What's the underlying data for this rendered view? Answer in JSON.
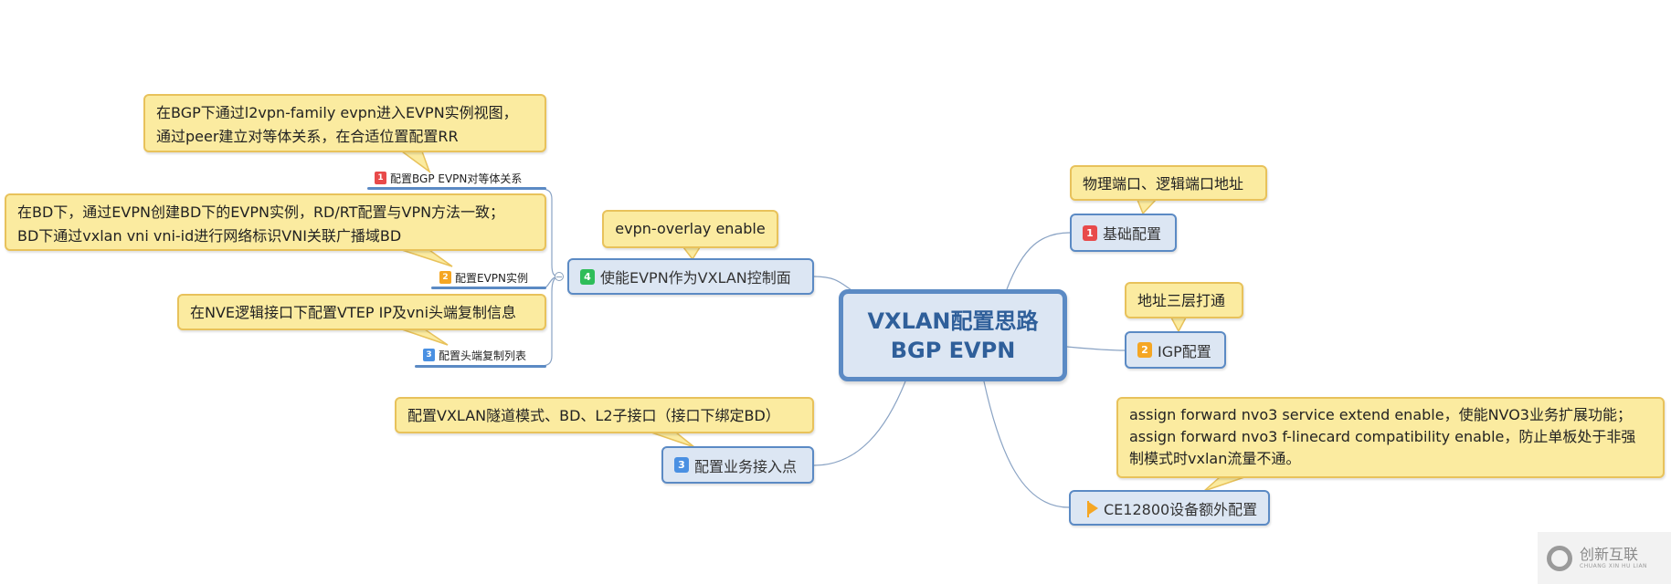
{
  "colors": {
    "callout_bg": "#fbeba0",
    "callout_border": "#e8c25b",
    "node_bg": "#dce6f3",
    "node_border": "#5b8ac4",
    "center_text": "#2f5f9a",
    "badge_red": "#e84a4a",
    "badge_orange": "#f5a623",
    "badge_blue": "#4a90e2",
    "badge_green": "#2ebd59"
  },
  "center": {
    "line1": "VXLAN配置思路",
    "line2": "BGP EVPN"
  },
  "left": {
    "enable_evpn": {
      "badge": "4",
      "label": "使能EVPN作为VXLAN控制面",
      "note": "evpn-overlay enable",
      "children": [
        {
          "badge": "1",
          "label": "配置BGP EVPN对等体关系",
          "note_lines": [
            "在BGP下通过l2vpn-family evpn进入EVPN实例视图，",
            "通过peer建立对等体关系，在合适位置配置RR"
          ]
        },
        {
          "badge": "2",
          "label": "配置EVPN实例",
          "note_lines": [
            "在BD下，通过EVPN创建BD下的EVPN实例，RD/RT配置与VPN方法一致；",
            "BD下通过vxlan vni vni-id进行网络标识VNI关联广播域BD"
          ]
        },
        {
          "badge": "3",
          "label": "配置头端复制列表",
          "note_lines": [
            "在NVE逻辑接口下配置VTEP IP及vni头端复制信息"
          ]
        }
      ]
    },
    "service_access": {
      "badge": "3",
      "label": "配置业务接入点",
      "note": "配置VXLAN隧道模式、BD、L2子接口（接口下绑定BD）"
    }
  },
  "right": {
    "basic": {
      "badge": "1",
      "label": "基础配置",
      "note": "物理端口、逻辑端口地址"
    },
    "igp": {
      "badge": "2",
      "label": "IGP配置",
      "note": "地址三层打通"
    },
    "ce12800": {
      "icon": "flag-icon",
      "label": "CE12800设备额外配置",
      "note_lines": [
        "assign forward nvo3 service extend enable，使能NVO3业务扩展功能；",
        "assign forward nvo3 f-linecard compatibility enable，防止单板处于非强",
        "制模式时vxlan流量不通。"
      ]
    }
  },
  "watermark": {
    "main": "创新互联",
    "sub": "CHUANG XIN HU LIAN"
  }
}
